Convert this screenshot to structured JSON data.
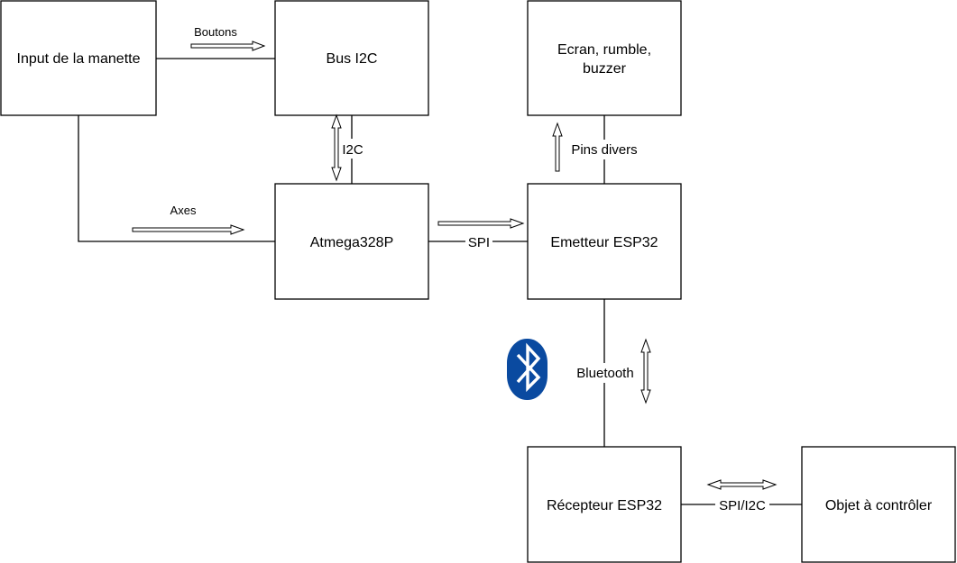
{
  "nodes": {
    "input": "Input de la manette",
    "bus_i2c": "Bus I2C",
    "ecran_line1": "Ecran, rumble,",
    "ecran_line2": "buzzer",
    "atmega": "Atmega328P",
    "emetteur": "Emetteur ESP32",
    "recepteur": "Récepteur ESP32",
    "objet": "Objet à contrôler"
  },
  "edges": {
    "boutons": "Boutons",
    "i2c": "I2C",
    "axes": "Axes",
    "spi": "SPI",
    "pins": "Pins divers",
    "bluetooth": "Bluetooth",
    "spi_i2c": "SPI/I2C"
  },
  "colors": {
    "bluetooth_logo": "#0A4AA0",
    "line": "#000000",
    "background": "#ffffff"
  },
  "icons": {
    "bluetooth": "bluetooth-icon"
  }
}
